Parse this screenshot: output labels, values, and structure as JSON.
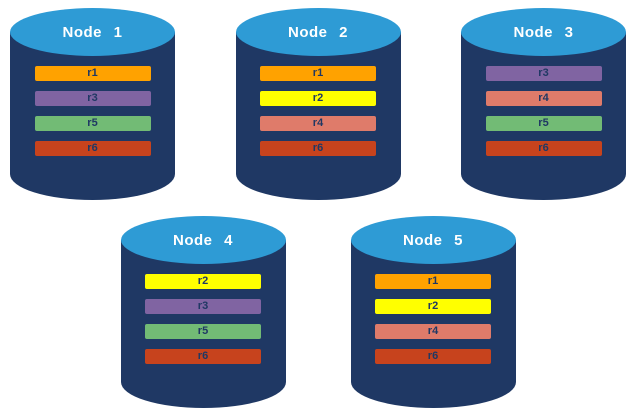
{
  "diagram": {
    "rows": [
      {
        "nodes": [
          {
            "label": "Node 1",
            "replicas": [
              "r1",
              "r3",
              "r5",
              "r6"
            ]
          },
          {
            "label": "Node 2",
            "replicas": [
              "r1",
              "r2",
              "r4",
              "r6"
            ]
          },
          {
            "label": "Node 3",
            "replicas": [
              "r3",
              "r4",
              "r5",
              "r6"
            ]
          }
        ]
      },
      {
        "nodes": [
          {
            "label": "Node 4",
            "replicas": [
              "r2",
              "r3",
              "r5",
              "r6"
            ]
          },
          {
            "label": "Node 5",
            "replicas": [
              "r1",
              "r2",
              "r4",
              "r6"
            ]
          }
        ]
      }
    ],
    "colors": {
      "cylinder_body": "#1F3864",
      "cylinder_top": "#2E9BD5",
      "node_label_text": "#FFFFFF",
      "replica_label_text": "#1F3864",
      "replicas": {
        "r1": "#FFA200",
        "r2": "#FFFF00",
        "r3": "#8064A2",
        "r4": "#DF7B6A",
        "r5": "#72BB75",
        "r6": "#C7431D"
      }
    }
  }
}
